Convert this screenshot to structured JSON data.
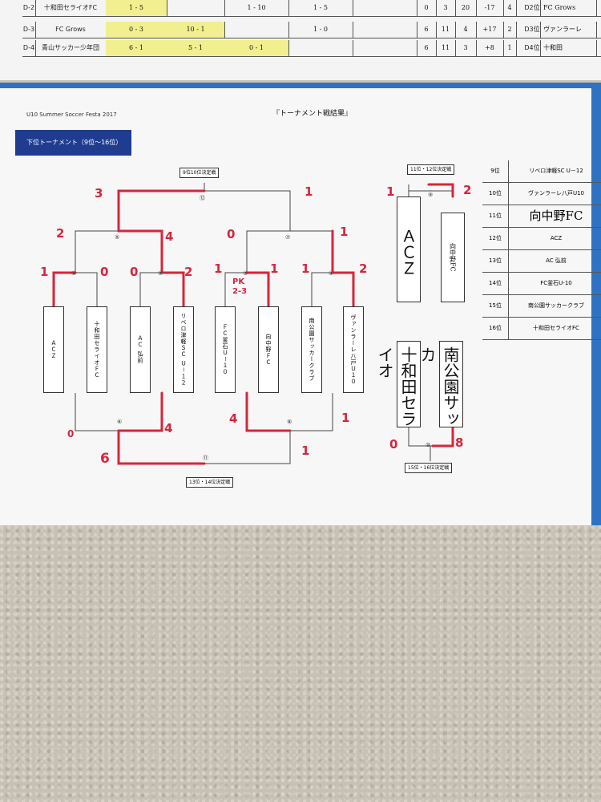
{
  "standings": {
    "rows": [
      {
        "id": "D-2",
        "team": "十和田セライオFC",
        "s1": "1 - 5",
        "s2": "1 - 10",
        "s3": "1 - 5",
        "w": "0",
        "pts": "3",
        "gf": "20",
        "gd": "-17",
        "rank": "4",
        "code": "D2位",
        "name": "FC Grows"
      },
      {
        "id": "D-3",
        "team": "FC  Grows",
        "s1": "0 - 3",
        "s2": "10 - 1",
        "s3": "1 - 0",
        "w": "6",
        "pts": "11",
        "gf": "4",
        "gd": "+17",
        "rank": "2",
        "code": "D3位",
        "name": "ヴァンラーレ"
      },
      {
        "id": "D-4",
        "team": "青山サッカー少年団",
        "s1": "6 - 1",
        "s2": "5 - 1",
        "s3": "0 - 1",
        "w": "6",
        "pts": "11",
        "gf": "3",
        "gd": "+8",
        "rank": "1",
        "code": "D4位",
        "name": "十和田"
      }
    ]
  },
  "header": {
    "event": "U10 Summer Soccer Festa 2017",
    "title": "『トーナメント戦結果』",
    "section": "下位トーナメント（9位〜16位）"
  },
  "bracket": {
    "final_label": "9位10位決定戦",
    "third_label": "13位・14位決定戦",
    "side_top_label": "11位・12位決定戦",
    "side_bottom_label": "15位・16位決定戦",
    "match_numbers": [
      "①",
      "②",
      "③",
      "④",
      "⑤",
      "⑥",
      "⑦",
      "⑧",
      "⑨",
      "⑩",
      "⑪",
      "⑫"
    ],
    "teams": [
      "ＡＣＺ",
      "十和田セライオＦＣ",
      "ＡＣ 弘前",
      "リベロ津軽ＳＣ Ｕ－１２",
      "ＦＣ釜石Ｕ－１０",
      "向中野ＦＣ",
      "南公園サッカークラブ",
      "ヴァンラーレ八戸Ｕ１０"
    ],
    "side_teams": [
      "ＡＣＺ",
      "向中野FC",
      "十和田セライオ",
      "南公園サッカ"
    ],
    "scores": {
      "m1": [
        "1",
        "0"
      ],
      "m2": [
        "0",
        "2"
      ],
      "m3": [
        "1",
        "1"
      ],
      "m4": [
        "1",
        "2"
      ],
      "m5": [
        "2",
        "4"
      ],
      "m7": [
        "0",
        "1"
      ],
      "m12": [
        "3",
        "1"
      ],
      "m6": [
        "0",
        "4"
      ],
      "m8": [
        "4",
        "1"
      ],
      "m11": [
        "6",
        "1"
      ],
      "m9": [
        "1",
        "2"
      ],
      "m10": [
        "0",
        "8"
      ],
      "pk": "PK\n2-3"
    }
  },
  "ranking": [
    {
      "pos": "9位",
      "team": "リベロ津軽SC  U－12"
    },
    {
      "pos": "10位",
      "team": "ヴァンラーレ八戸U10"
    },
    {
      "pos": "11位",
      "team": "向中野FC"
    },
    {
      "pos": "12位",
      "team": "ACZ"
    },
    {
      "pos": "13位",
      "team": "AC 弘前"
    },
    {
      "pos": "14位",
      "team": "FC釜石U-10"
    },
    {
      "pos": "15位",
      "team": "南公園サッカークラブ"
    },
    {
      "pos": "16位",
      "team": "十和田セライオFC"
    }
  ],
  "colors": {
    "red": "#d8243a",
    "navy": "#1f3c8f",
    "blue": "#2e73c3",
    "yellow": "#f1ef8f"
  }
}
